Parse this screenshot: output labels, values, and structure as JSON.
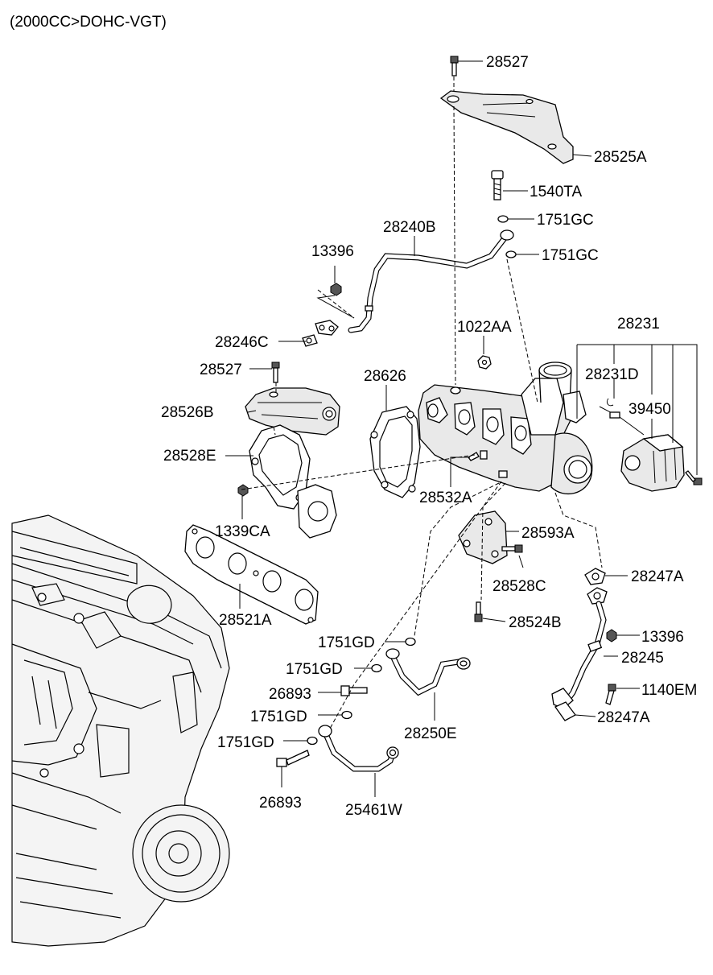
{
  "header": {
    "variant": "(2000CC>DOHC-VGT)"
  },
  "labels": {
    "p28527_top": "28527",
    "p28525A": "28525A",
    "p1540TA": "1540TA",
    "p1751GC_a": "1751GC",
    "p28240B": "28240B",
    "p1751GC_b": "1751GC",
    "p13396_a": "13396",
    "p28246C": "28246C",
    "p1022AA": "1022AA",
    "p28231": "28231",
    "p28527_b": "28527",
    "p28626": "28626",
    "p28231D": "28231D",
    "p28526B": "28526B",
    "p39450": "39450",
    "p28528E": "28528E",
    "p28532A": "28532A",
    "p1339CA": "1339CA",
    "p28593A": "28593A",
    "p28528C": "28528C",
    "p28247A_a": "28247A",
    "p28521A": "28521A",
    "p28524B": "28524B",
    "p1751GD_a": "1751GD",
    "p13396_b": "13396",
    "p28245": "28245",
    "p1751GD_b": "1751GD",
    "p26893_a": "26893",
    "p1140EM": "1140EM",
    "p1751GD_c": "1751GD",
    "p28247A_b": "28247A",
    "p28250E": "28250E",
    "p1751GD_d": "1751GD",
    "p26893_b": "26893",
    "p25461W": "25461W"
  }
}
